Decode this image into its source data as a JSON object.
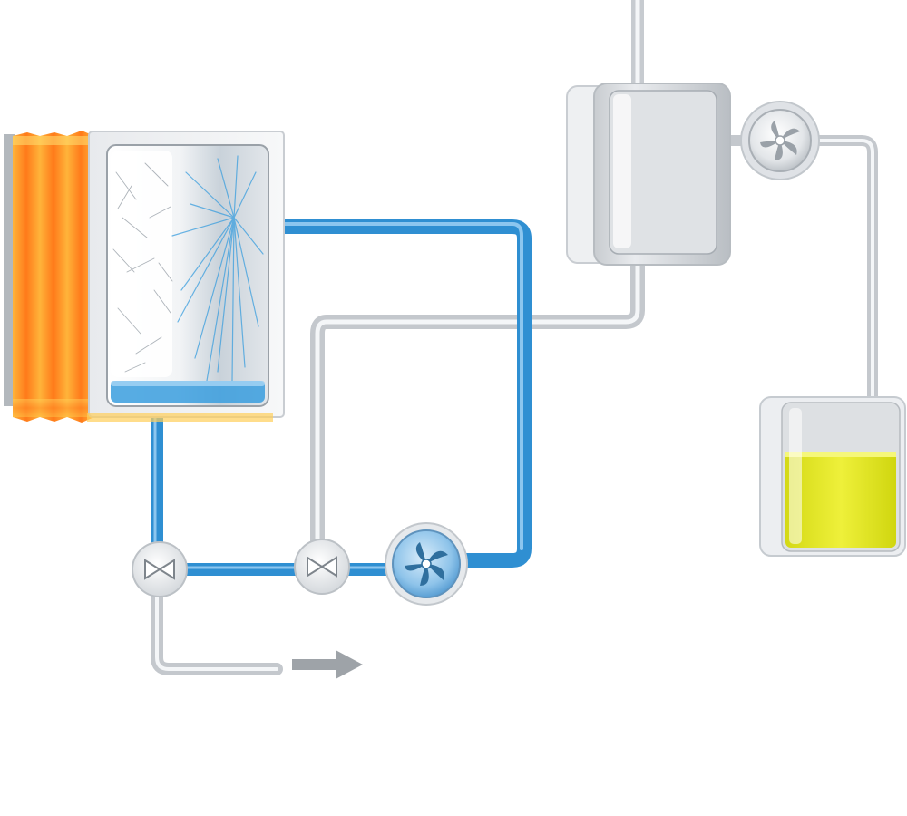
{
  "colors": {
    "background": "#ffffff",
    "heater_orange": "#ff8a1e",
    "heater_yellow": "#ffc23a",
    "water_blue": "#3a9ede",
    "pipe_silver": "#cfd3d8",
    "pipe_highlight": "#f4f6f8",
    "housing_gray": "#e7e9ec",
    "liquid_yellow": "#e4e81f",
    "arrow_gray": "#9ea3a8"
  },
  "icons": {
    "valve": "bowtie-valve-icon",
    "pump": "impeller-pump-icon",
    "flow_arrow": "arrow-right-icon"
  },
  "components": {
    "heat_exchanger": "heat-exchanger-with-spray-chamber",
    "separator": "separator-vessel",
    "collector": "liquid-collector-tank",
    "blue_pump": "circulation-pump",
    "gray_pump": "transfer-pump",
    "valve_left": "outlet-valve",
    "valve_middle": "return-valve"
  },
  "flow": {
    "outlet_direction": "right"
  }
}
